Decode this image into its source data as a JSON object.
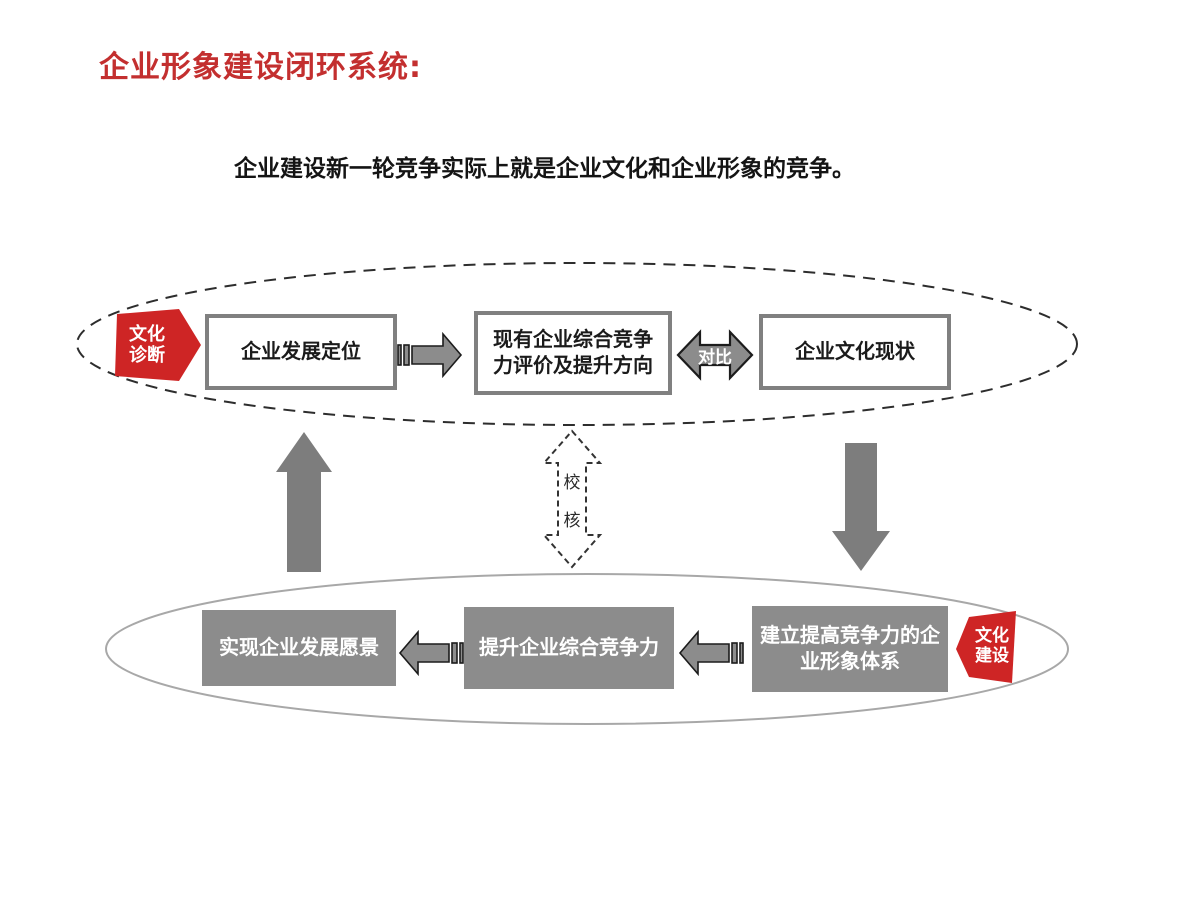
{
  "title": "企业形象建设闭环系统:",
  "subtitle": "企业建设新一轮竞争实际上就是企业文化和企业形象的竞争。",
  "diagnosis_tag": {
    "line1": "文化",
    "line2": "诊断"
  },
  "top_row": {
    "box1": "企业发展定位",
    "box2_line1": "现有企业综合竞争",
    "box2_line2": "力评价及提升方向",
    "compare_label": "对比",
    "box3": "企业文化现状"
  },
  "check": {
    "char1": "校",
    "char2": "核"
  },
  "bottom_row": {
    "box1": "实现企业发展愿景",
    "box2": "提升企业综合竞争力",
    "box3_line1": "建立提高竞争力的企",
    "box3_line2": "业形象体系"
  },
  "build_tag": {
    "line1": "文化",
    "line2": "建设"
  },
  "colors": {
    "title_red": "#C32F2F",
    "tag_red": "#CE2525",
    "box_border_gray": "#808080",
    "fill_gray": "#8C8C8C",
    "big_arrow_gray": "#7D7D7D",
    "outline_dark": "#1c1c1c",
    "bottom_ellipse_gray": "#A8A8A8"
  }
}
